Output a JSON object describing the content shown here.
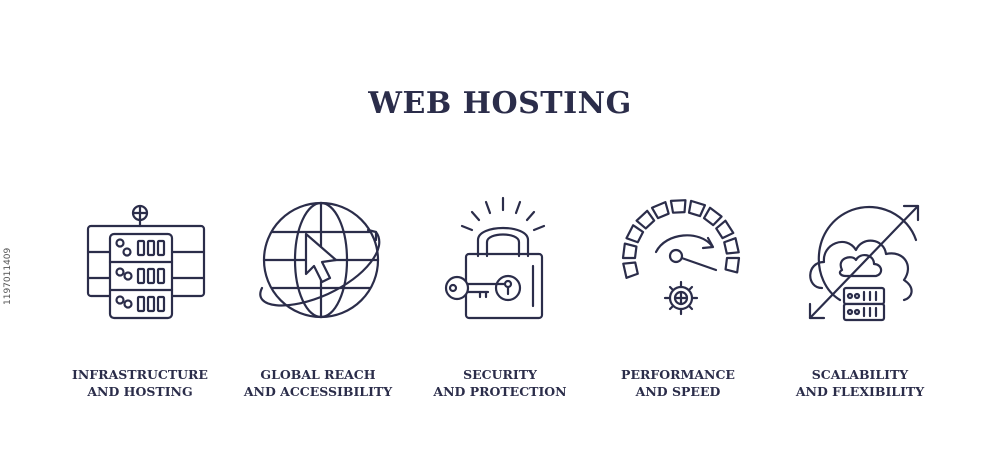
{
  "title": "WEB HOSTING",
  "side_id": "1197011409",
  "items": [
    {
      "icon": "server-globe-icon",
      "line1": "INFRASTRUCTURE",
      "line2": "AND HOSTING"
    },
    {
      "icon": "globe-cursor-icon",
      "line1": "GLOBAL REACH",
      "line2": "AND ACCESSIBILITY"
    },
    {
      "icon": "padlock-key-icon",
      "line1": "SECURITY",
      "line2": "AND PROTECTION"
    },
    {
      "icon": "speedometer-gear-icon",
      "line1": "PERFORMANCE",
      "line2": "AND SPEED"
    },
    {
      "icon": "cloud-scale-icon",
      "line1": "SCALABILITY",
      "line2": "AND FLEXIBILITY"
    }
  ],
  "colors": {
    "ink": "#2b2d4a",
    "background": "#ffffff"
  }
}
